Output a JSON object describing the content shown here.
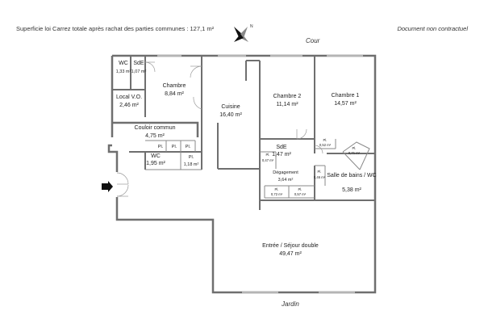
{
  "header": {
    "area_text": "Superficie loi Carrez totale après rachat des parties communes :  127,1 m²",
    "disclaimer": "Document non contractuel"
  },
  "orientation": {
    "top_label": "Cour",
    "bottom_label": "Jardin",
    "compass_letter": "N"
  },
  "rooms": {
    "wc1": {
      "name": "WC",
      "area": "1,33 m²"
    },
    "sde1": {
      "name": "SdE",
      "area": "1,07 m²"
    },
    "chambre": {
      "name": "Chambre",
      "area": "8,84 m²"
    },
    "localvo": {
      "name": "Local V.O.",
      "area": "2,46 m²"
    },
    "cuisine": {
      "name": "Cuisine",
      "area": "16,40 m²"
    },
    "chambre2": {
      "name": "Chambre 2",
      "area": "11,14 m²"
    },
    "chambre1": {
      "name": "Chambre 1",
      "area": "14,57 m²"
    },
    "couloir": {
      "name": "Couloir commun",
      "area": "4,75 m²"
    },
    "wc2": {
      "name": "WC",
      "area": "1,95 m²"
    },
    "pl_wc": {
      "name": "Pl.",
      "area": "1,18 m²"
    },
    "sde2": {
      "name": "SdE",
      "area": "1,47 m²"
    },
    "pl_sde": {
      "name": "Pl.",
      "area": "0,47 m²"
    },
    "pl_ch1": {
      "name": "Pl.",
      "area": "0,52 m²"
    },
    "pl_sdb": {
      "name": "Pl.",
      "area": "0,71 m²"
    },
    "degagement": {
      "name": "Dégagement",
      "area": "3,64 m²"
    },
    "pl_deg": {
      "name": "Pl.",
      "area": "0,46 m²"
    },
    "sdb": {
      "name": "Salle de bains / WC",
      "area": "5,38 m²"
    },
    "pl_d1": {
      "name": "Pl.",
      "area": "0,72 m²"
    },
    "pl_d2": {
      "name": "Pl.",
      "area": "0,57 m²"
    },
    "sejour": {
      "name": "Entrée / Séjour double",
      "area": "49,47 m²"
    }
  },
  "closets": {
    "label": "Pl."
  },
  "colors": {
    "wall": "#6f6f6f",
    "thin": "#8a8a8a",
    "window": "#b5b5b5",
    "text": "#222222"
  }
}
